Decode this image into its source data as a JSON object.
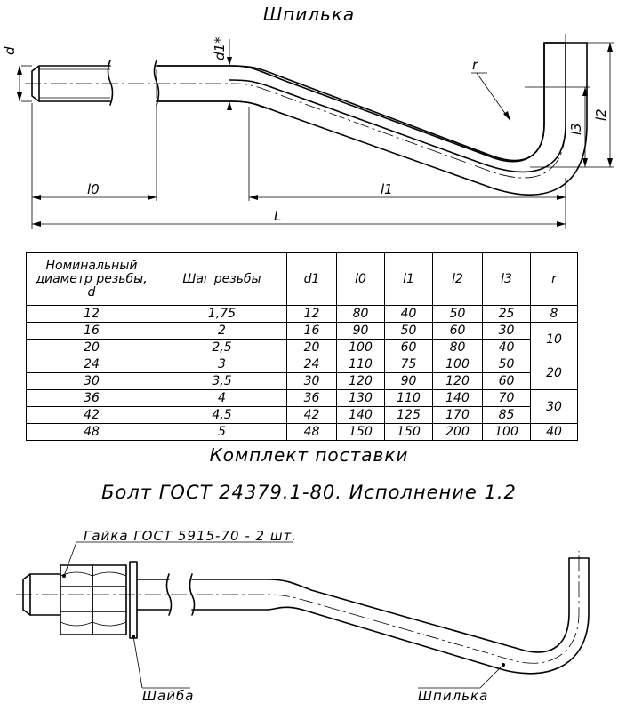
{
  "title": "Шпилька",
  "drawing_labels": {
    "d": "d",
    "d1": "d1*",
    "r": "r",
    "l0": "l0",
    "l1": "l1",
    "l2": "l2",
    "l3": "l3",
    "L": "L"
  },
  "table": {
    "headers": [
      "Номинальный диаметр резьбы, d",
      "Шаг резьбы",
      "d1",
      "l0",
      "l1",
      "l2",
      "l3",
      "r"
    ],
    "header_lines": [
      "Номинальный",
      "диаметр резьбы,",
      "d"
    ],
    "rows": [
      [
        "12",
        "1,75",
        "12",
        "80",
        "40",
        "50",
        "25"
      ],
      [
        "16",
        "2",
        "16",
        "90",
        "50",
        "60",
        "30"
      ],
      [
        "20",
        "2,5",
        "20",
        "100",
        "60",
        "80",
        "40"
      ],
      [
        "24",
        "3",
        "24",
        "110",
        "75",
        "100",
        "50"
      ],
      [
        "30",
        "3,5",
        "30",
        "120",
        "90",
        "120",
        "60"
      ],
      [
        "36",
        "4",
        "36",
        "130",
        "110",
        "140",
        "70"
      ],
      [
        "42",
        "4,5",
        "42",
        "140",
        "125",
        "170",
        "85"
      ],
      [
        "48",
        "5",
        "48",
        "150",
        "150",
        "200",
        "100"
      ]
    ],
    "r_values": [
      "8",
      "10",
      "20",
      "30",
      "40"
    ]
  },
  "kit_title": "Комплект поставки",
  "bolt_title": "Болт ГОСТ 24379.1-80. Исполнение 1.2",
  "callouts": {
    "nut": "Гайка ГОСТ 5915-70 - 2 шт.",
    "washer": "Шайба",
    "stud": "Шпилька"
  }
}
